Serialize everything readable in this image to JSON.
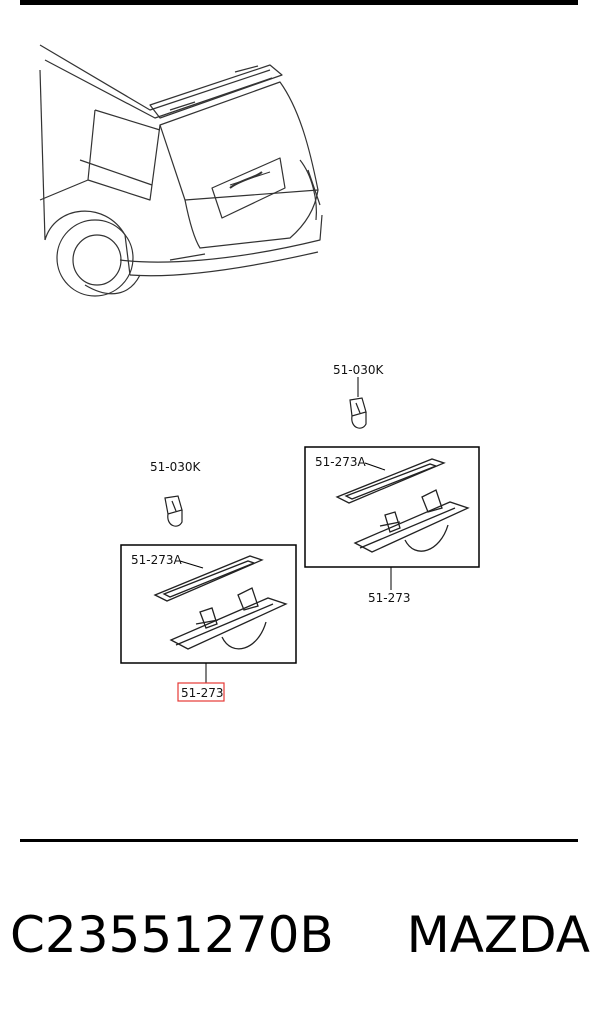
{
  "diagram": {
    "callouts": {
      "bulb_right": "51-030K",
      "bulb_left": "51-030K",
      "gasket_right": "51-273A",
      "gasket_left": "51-273A",
      "lamp_right": "51-273",
      "lamp_left_highlighted": "51-273"
    },
    "highlight_color": "#e53935"
  },
  "footer": {
    "part_number": "C23551270B",
    "brand": "MAZDA"
  }
}
